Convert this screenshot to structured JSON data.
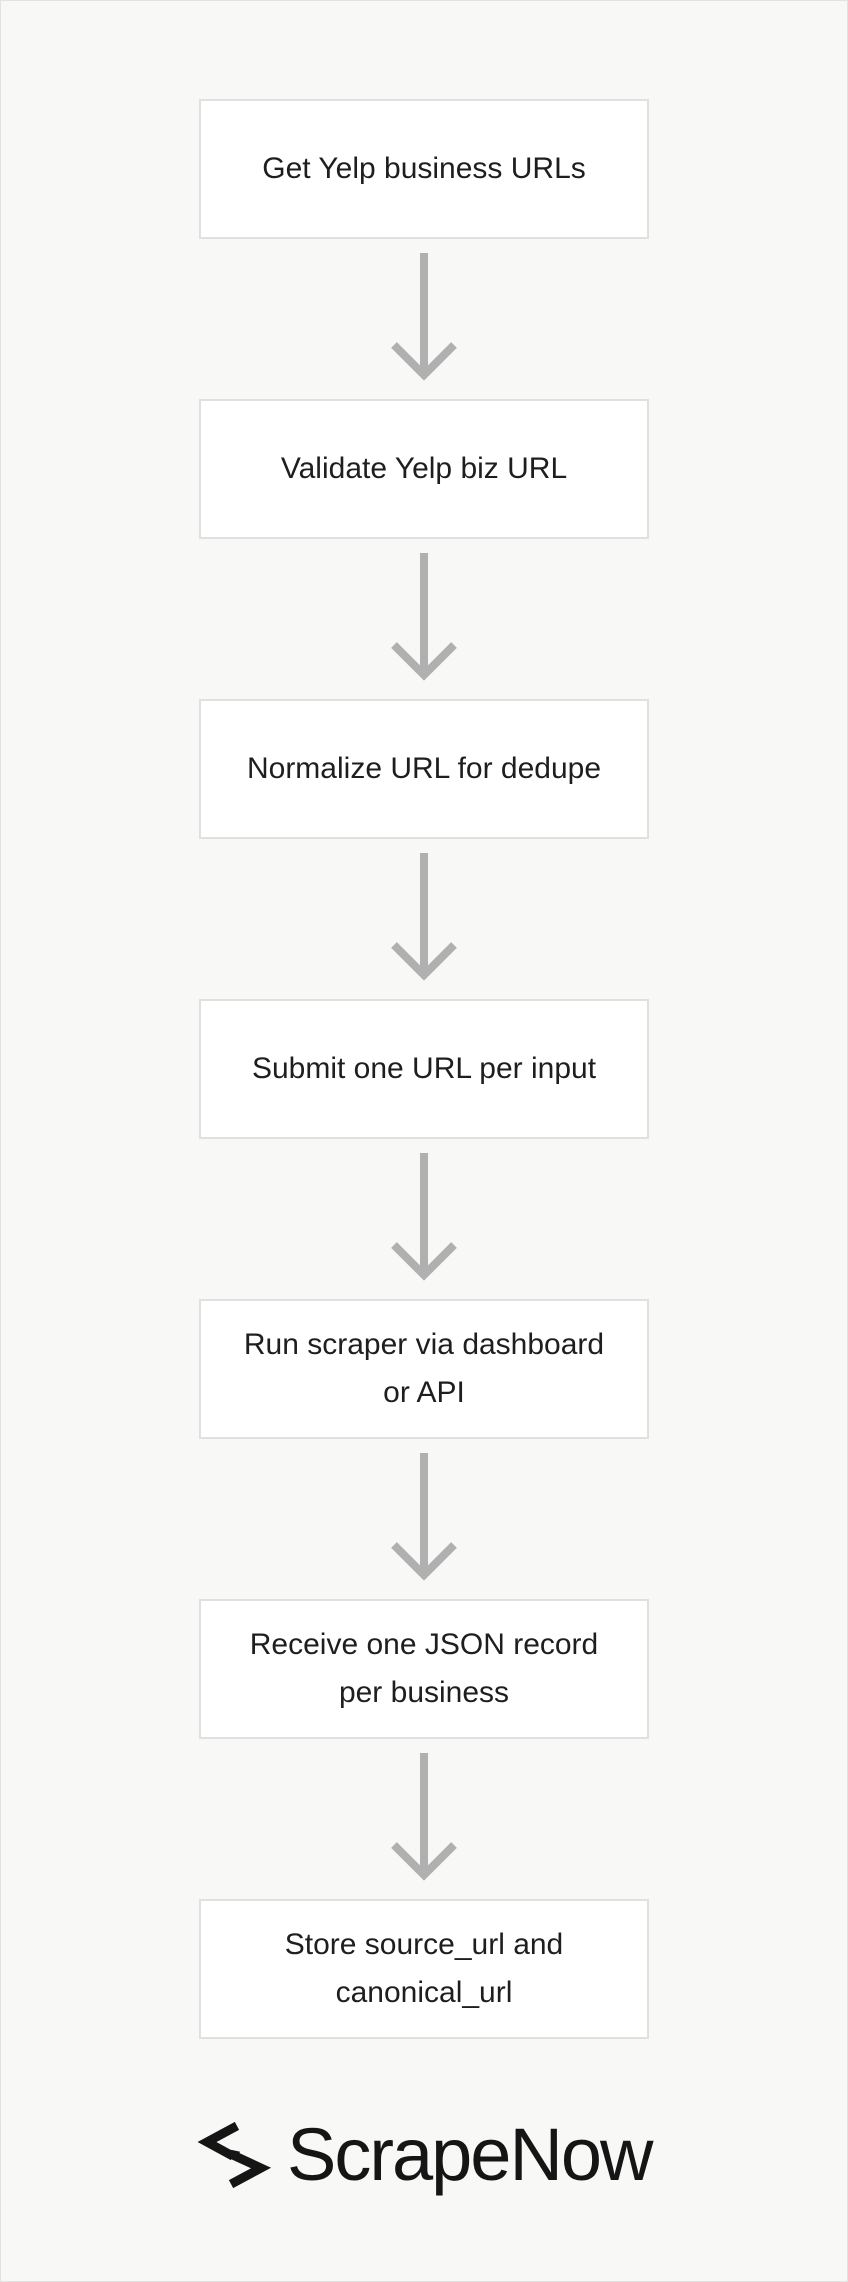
{
  "steps": [
    {
      "label": "Get Yelp business URLs"
    },
    {
      "label": "Validate Yelp biz URL"
    },
    {
      "label": "Normalize URL for dedupe"
    },
    {
      "label": "Submit one URL per input"
    },
    {
      "label": "Run scraper via dashboard or API"
    },
    {
      "label": "Receive one JSON record per business"
    },
    {
      "label": "Store source_url and canonical_url"
    }
  ],
  "brand": {
    "name": "ScrapeNow",
    "icon": "scrapenow-logo-icon"
  },
  "colors": {
    "background": "#f8f8f7",
    "box_border": "#e0e0e0",
    "arrow": "#b0b0b0",
    "text": "#1e1e1e"
  }
}
